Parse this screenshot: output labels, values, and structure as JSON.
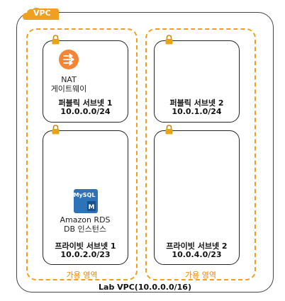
{
  "vpc": {
    "badge": "VPC",
    "caption": "Lab VPC(10.0.0.0/16)"
  },
  "availability_zones": [
    {
      "label": "가용 영역"
    },
    {
      "label": "가용 영역"
    }
  ],
  "subnets": [
    {
      "name": "퍼블릭 서브넷 1",
      "cidr": "10.0.0.0/24"
    },
    {
      "name": "프라이빗 서브넷 1",
      "cidr": "10.0.2.0/23"
    },
    {
      "name": "퍼블릭 서브넷 2",
      "cidr": "10.0.1.0/24"
    },
    {
      "name": "프라이빗 서브넷 2",
      "cidr": "10.0.4.0/23"
    }
  ],
  "services": {
    "nat": {
      "line1": "NAT",
      "line2": "게이트웨이"
    },
    "rds": {
      "badge": "MySQL",
      "line1": "Amazon RDS",
      "line2": "DB 인스턴스"
    }
  },
  "colors": {
    "az_border": "#f0a020",
    "vpc_badge": "#f0a020",
    "nat_icon": "#f58536",
    "rds_icon": "#2e73b8"
  }
}
